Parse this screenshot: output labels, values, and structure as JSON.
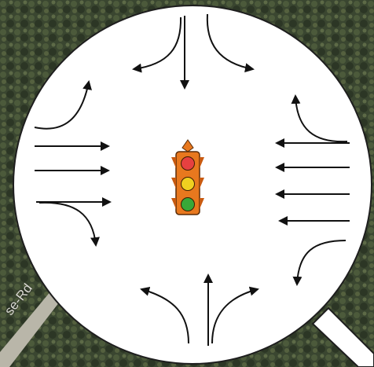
{
  "map": {
    "road_label": "se-Rd",
    "background_color": "#3a4630",
    "road_color": "#b9b6a9"
  },
  "magnifier": {
    "fill_color": "#ffffff",
    "outline_color": "#1e1e1e"
  },
  "intersection": {
    "center_icon": "traffic-light-icon",
    "approaches": [
      {
        "direction": "north",
        "movements": [
          "left",
          "through",
          "right"
        ]
      },
      {
        "direction": "south",
        "movements": [
          "left",
          "through",
          "right"
        ]
      },
      {
        "direction": "west",
        "movements": [
          "left",
          "through",
          "through",
          "through",
          "right"
        ]
      },
      {
        "direction": "east",
        "movements": [
          "left",
          "through",
          "through",
          "through",
          "right"
        ]
      }
    ]
  },
  "traffic_light": {
    "housing_color": "#e8781e",
    "lamps": [
      "#e64040",
      "#f0d020",
      "#38a838"
    ]
  }
}
